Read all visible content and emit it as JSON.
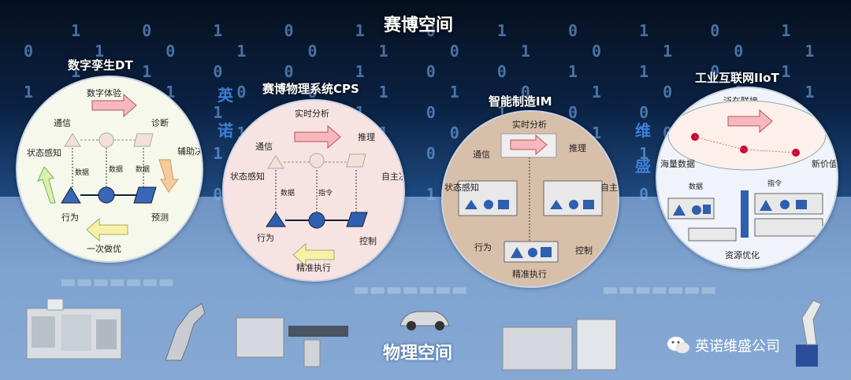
{
  "cyber_space_title": "赛博空间",
  "physical_space_title": "物理空间",
  "vertical_text": [
    "英",
    "诺",
    "维",
    "盛"
  ],
  "brand": {
    "name": "英诺维盛公司",
    "icon": "wechat-icon"
  },
  "panels": [
    {
      "title": "数字孪生DT",
      "labels": {
        "top": "数字体验",
        "comm": "通信",
        "diag": "诊断",
        "state": "状态感知",
        "assist": "辅助决策",
        "data1": "数据",
        "data2": "数据",
        "data3": "数据",
        "act": "行为",
        "predict": "预测",
        "opt": "一次做优"
      }
    },
    {
      "title": "赛博物理系统CPS",
      "labels": {
        "top": "实时分析",
        "comm": "通信",
        "reason": "推理",
        "state": "状态感知",
        "auto": "自主决策",
        "data": "数据",
        "cmd": "指令",
        "act": "行为",
        "control": "控制",
        "exec": "精准执行"
      }
    },
    {
      "title": "智能制造IM",
      "labels": {
        "top": "实时分析",
        "comm": "通信",
        "reason": "推理",
        "state": "状态感知",
        "auto": "自主决策",
        "act": "行为",
        "control": "控制",
        "exec": "精准执行"
      }
    },
    {
      "title": "工业互联网IIoT",
      "labels": {
        "top": "泛在联接",
        "mass": "海量数据",
        "value": "新价值链",
        "data": "数据",
        "cmd": "指令",
        "optimize": "资源优化"
      }
    }
  ],
  "colors": {
    "accent_pink": "#f4a0a8",
    "accent_green": "#d6f2a0",
    "accent_yellow": "#f7f0a0",
    "accent_orange": "#f8c99a",
    "shape_blue": "#3a66b8"
  }
}
